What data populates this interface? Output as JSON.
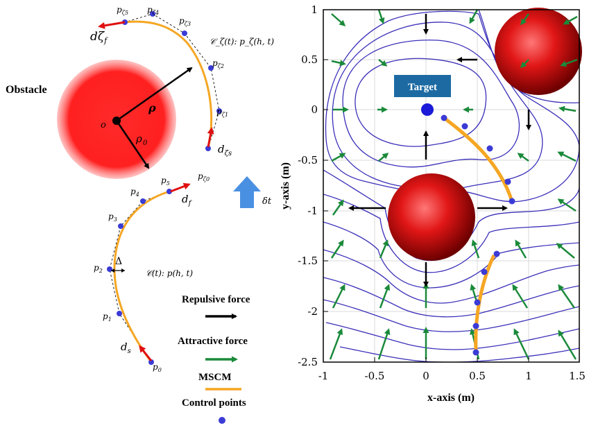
{
  "left_panel": {
    "obstacle_label": "Obstacle",
    "center_label": "o",
    "rho_label": "ρ",
    "rho0_label": "ρ",
    "rho0_sub": "0",
    "delta_t_label": "δt",
    "delta_label": "Δ",
    "upper_curve": {
      "curve_label": "𝒞_ζ(t): p_ζ(h, t)",
      "points": [
        {
          "name": "p",
          "sub": "ζ0"
        },
        {
          "name": "p",
          "sub": "ζ1"
        },
        {
          "name": "p",
          "sub": "ζ2"
        },
        {
          "name": "p",
          "sub": "ζ3"
        },
        {
          "name": "p",
          "sub": "ζ4"
        },
        {
          "name": "p",
          "sub": "ζ5"
        }
      ],
      "start_deriv": {
        "name": "d",
        "sub": "ζs"
      },
      "end_deriv": {
        "name": "dζ",
        "sub": "f"
      }
    },
    "lower_curve": {
      "curve_label": "𝒞(t): p(h, t)",
      "points": [
        {
          "name": "p",
          "sub": "0"
        },
        {
          "name": "p",
          "sub": "1"
        },
        {
          "name": "p",
          "sub": "2"
        },
        {
          "name": "p",
          "sub": "3"
        },
        {
          "name": "p",
          "sub": "4"
        },
        {
          "name": "p",
          "sub": "5"
        }
      ],
      "start_deriv": {
        "name": "d",
        "sub": "s"
      },
      "end_deriv": {
        "name": "d",
        "sub": "f"
      }
    }
  },
  "legend": {
    "items": [
      {
        "label": "Repulsive force",
        "color": "#000000"
      },
      {
        "label": "Attractive force",
        "color": "#1a8a3a"
      },
      {
        "label": "MSCM",
        "color": "#f5a623"
      },
      {
        "label": "Control points",
        "color": "#3b3bd6"
      }
    ]
  },
  "plot": {
    "target_label": "Target",
    "xlabel": "x-axis (m)",
    "ylabel": "y-axis (m)",
    "x_ticks": [
      "-1",
      "-0.5",
      "0",
      "0.5",
      "1",
      "1.5"
    ],
    "y_ticks": [
      "1",
      "0.5",
      "0",
      "-0.5",
      "-1",
      "-1.5",
      "-2",
      "-2.5"
    ],
    "xlim": [
      -1,
      1.5
    ],
    "ylim": [
      -2.5,
      1
    ],
    "grid": true
  },
  "colors": {
    "obstacle": "#ff2020",
    "curve": "#f5a623",
    "control_point": "#3b3bd6",
    "contour": "#3a2fb8",
    "attractive": "#1a8a3a",
    "repulsive": "#000000",
    "derivative": "#e01010",
    "target_box": "#1d6aa3",
    "dt_arrow": "#4a90e2"
  }
}
